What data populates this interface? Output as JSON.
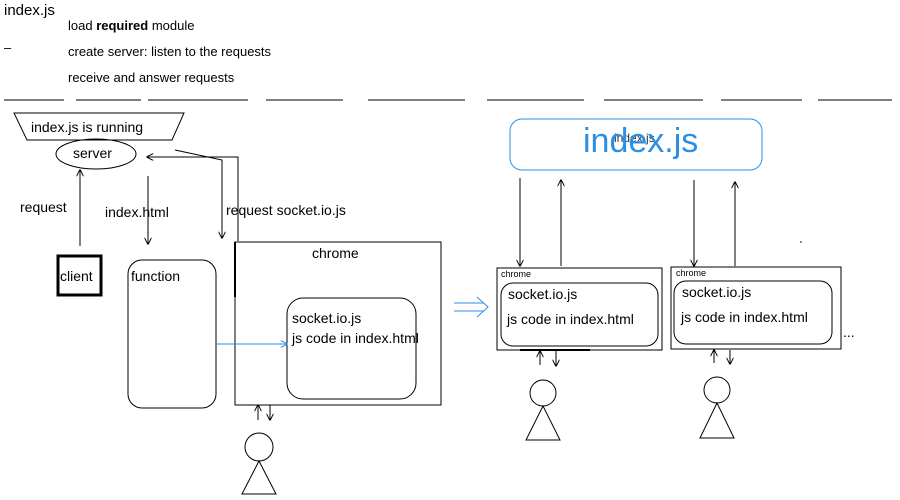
{
  "header": {
    "title": "index.js",
    "dash": "–",
    "steps": [
      {
        "prefix": "load ",
        "bold": "required",
        "suffix": " module"
      },
      {
        "prefix": "create server: listen to the requests",
        "bold": "",
        "suffix": ""
      },
      {
        "prefix": "receive and answer requests",
        "bold": "",
        "suffix": ""
      }
    ]
  },
  "left": {
    "banner": "index.js  is running",
    "server": "server",
    "request": "request",
    "index_html": "index.html",
    "request_socket": "request socket.io.js",
    "client": "client",
    "function": "function",
    "chrome": "chrome",
    "inner_line1": "socket.io.js",
    "inner_line2": "js code in index.html"
  },
  "right": {
    "title": "index.js",
    "title_ghost": "index.js",
    "browsers": [
      {
        "label": "chrome",
        "line1": "socket.io.js",
        "line2": "js code in index.html"
      },
      {
        "label": "chrome",
        "line1": "socket.io.js",
        "line2": "js code in index.html"
      }
    ],
    "ellipsis": "..."
  },
  "colors": {
    "accent": "#2b8fe6",
    "stroke": "#000000"
  }
}
